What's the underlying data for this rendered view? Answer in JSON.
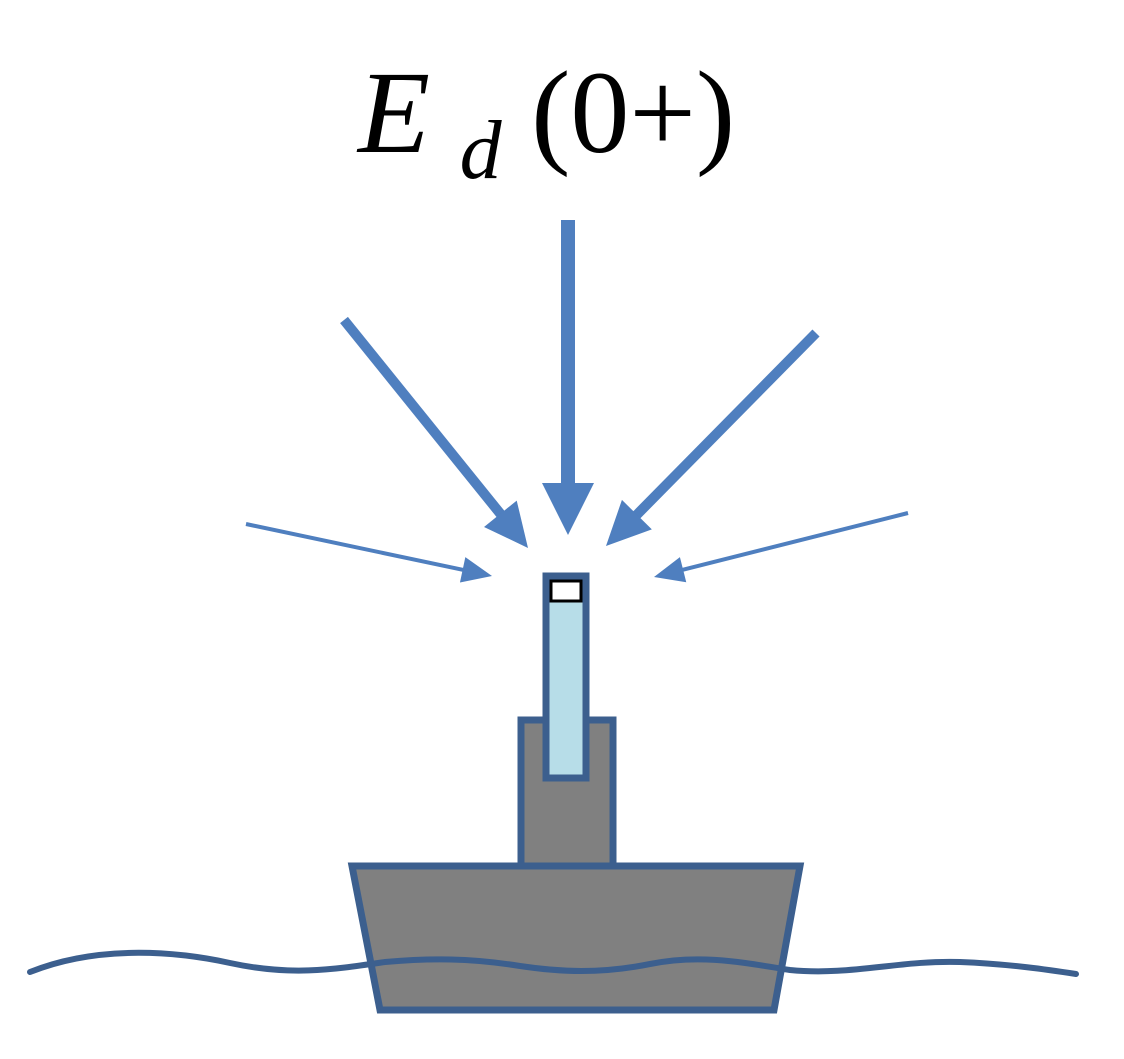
{
  "title": {
    "symbol": "E",
    "subscript": "d",
    "argument": "(0+)"
  },
  "colors": {
    "arrow": "#4f7fbf",
    "outline": "#3c5f8e",
    "body_fill": "#808080",
    "sensor_fill": "#b7dde8",
    "cap_fill": "#ffffff",
    "water_line": "#3c5f8e"
  },
  "icons": {
    "arrows": "downwelling-irradiance-arrow",
    "sensor": "irradiance-sensor-icon",
    "buoy": "buoy-icon",
    "water": "water-surface-wave"
  }
}
